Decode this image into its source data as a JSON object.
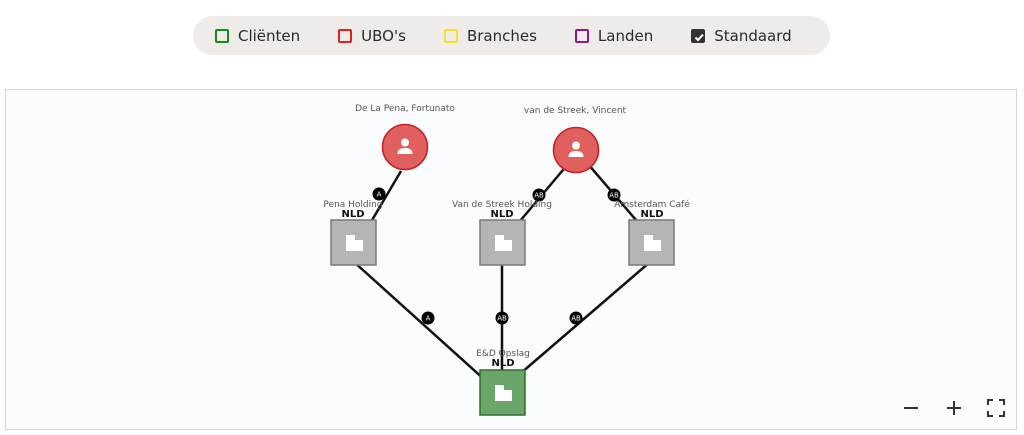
{
  "legend": {
    "items": [
      {
        "label": "Cliënten",
        "color": "#1a8a1a",
        "checked": false
      },
      {
        "label": "UBO's",
        "color": "#e02020",
        "checked": false
      },
      {
        "label": "Branches",
        "color": "#f2e02a",
        "checked": false
      },
      {
        "label": "Landen",
        "color": "#8a1a8a",
        "checked": false
      },
      {
        "label": "Standaard",
        "color": "#333333",
        "checked": true
      }
    ]
  },
  "graph": {
    "persons": [
      {
        "name": "De La Pena, Fortunato",
        "icon": "person-icon",
        "color": "#e06060"
      },
      {
        "name": "van de Streek, Vincent",
        "icon": "person-icon",
        "color": "#e06060"
      }
    ],
    "companies": [
      {
        "name": "Pena Holding",
        "country": "NLD",
        "icon": "building-icon",
        "color": "#b5b5b5"
      },
      {
        "name": "Van de Streek Holding",
        "country": "NLD",
        "icon": "building-icon",
        "color": "#b5b5b5"
      },
      {
        "name": "Amsterdam Café",
        "country": "NLD",
        "icon": "building-icon",
        "color": "#b5b5b5"
      },
      {
        "name": "E&D Opslag",
        "country": "NLD",
        "icon": "building-icon",
        "color": "#6aa56a"
      }
    ],
    "edges": [
      {
        "from": "De La Pena, Fortunato",
        "to": "Pena Holding",
        "label": "A"
      },
      {
        "from": "van de Streek, Vincent",
        "to": "Van de Streek Holding",
        "label": "AB"
      },
      {
        "from": "van de Streek, Vincent",
        "to": "Amsterdam Café",
        "label": "AB"
      },
      {
        "from": "Pena Holding",
        "to": "E&D Opslag",
        "label": "A"
      },
      {
        "from": "Van de Streek Holding",
        "to": "E&D Opslag",
        "label": "AB"
      },
      {
        "from": "Amsterdam Café",
        "to": "E&D Opslag",
        "label": "AB"
      }
    ]
  },
  "controls": {
    "zoom_out_icon": "minus-icon",
    "zoom_in_icon": "plus-icon",
    "fullscreen_icon": "fullscreen-icon"
  }
}
